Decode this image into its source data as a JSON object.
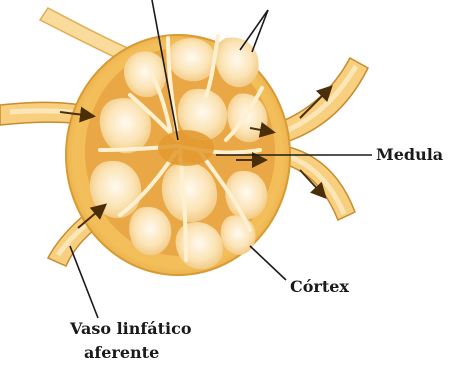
{
  "labels": {
    "medula": "Medula",
    "cortex": "Córtex",
    "vaso_line1": "Vaso linfático",
    "vaso_line2": "aferente"
  },
  "colors": {
    "capsule": "#f3bf5b",
    "capsule_dark": "#d99a32",
    "tissue": "#e9a845",
    "follicle": "#fbe3b4",
    "follicle_center": "#fff7e6",
    "trabecula": "#fff1cf",
    "vessel": "#f7cf7e",
    "vessel_edge": "#c98b2c",
    "arrow": "#5a3a10",
    "leader": "#1a1a1a"
  }
}
